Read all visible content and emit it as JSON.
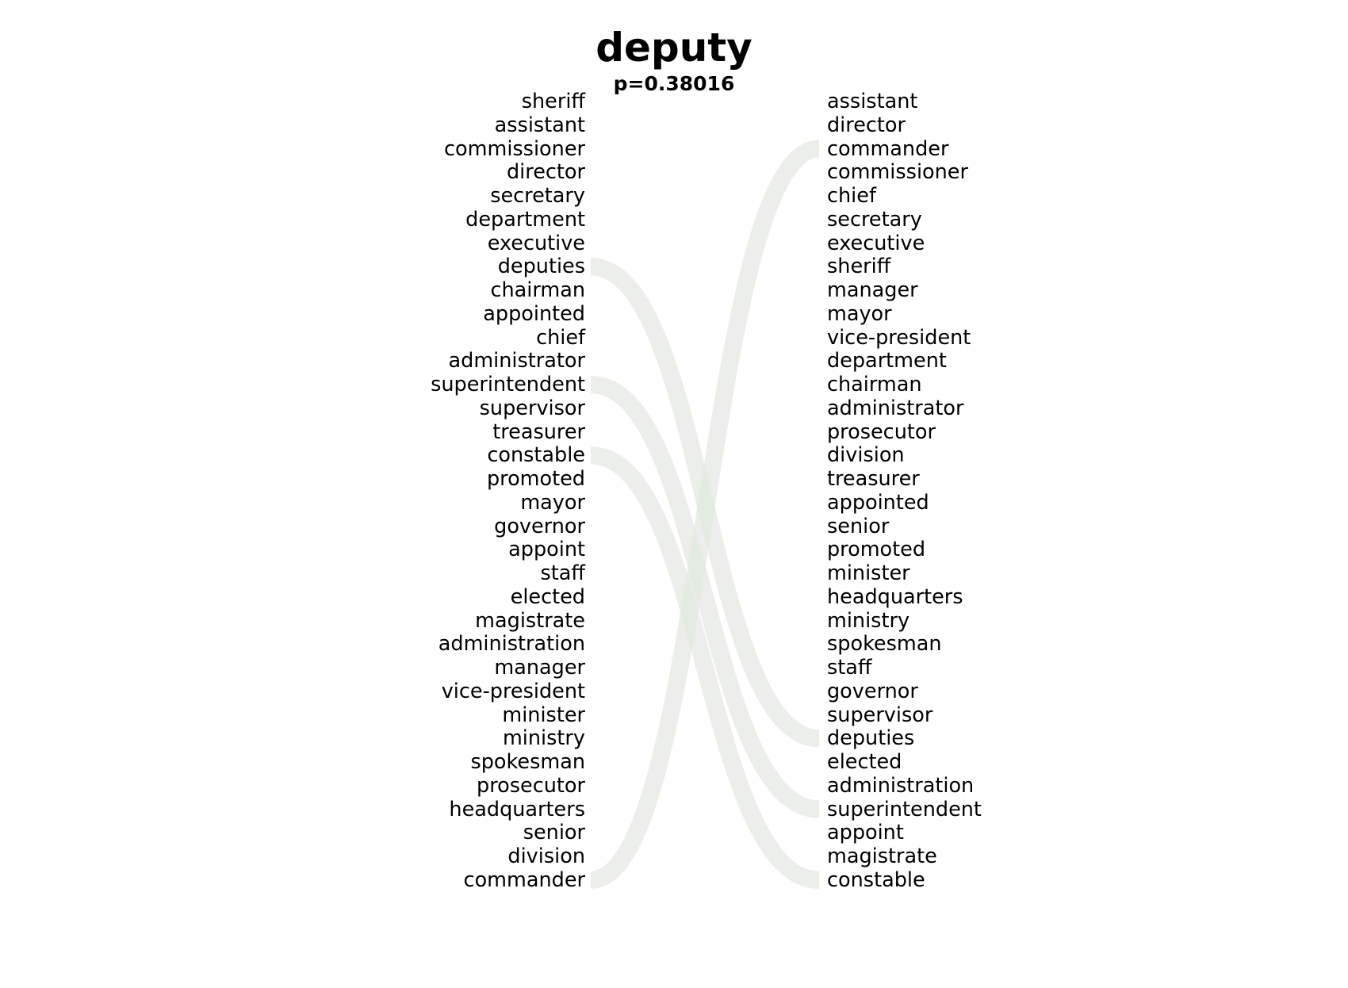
{
  "title": "deputy",
  "subtitle": "p=0.38016",
  "colors": {
    "left_ribbon": "#f7dcdc",
    "right_ribbon": "#d9eee2",
    "text": "#000000"
  },
  "left_words": [
    "sheriff",
    "assistant",
    "commissioner",
    "director",
    "secretary",
    "department",
    "executive",
    "deputies",
    "chairman",
    "appointed",
    "chief",
    "administrator",
    "superintendent",
    "supervisor",
    "treasurer",
    "constable",
    "promoted",
    "mayor",
    "governor",
    "appoint",
    "staff",
    "elected",
    "magistrate",
    "administration",
    "manager",
    "vice-president",
    "minister",
    "ministry",
    "spokesman",
    "prosecutor",
    "headquarters",
    "senior",
    "division",
    "commander"
  ],
  "right_words": [
    "assistant",
    "director",
    "commander",
    "commissioner",
    "chief",
    "secretary",
    "executive",
    "sheriff",
    "manager",
    "mayor",
    "vice-president",
    "department",
    "chairman",
    "administrator",
    "prosecutor",
    "division",
    "treasurer",
    "appointed",
    "senior",
    "promoted",
    "minister",
    "headquarters",
    "ministry",
    "spokesman",
    "staff",
    "governor",
    "supervisor",
    "deputies",
    "elected",
    "administration",
    "superintendent",
    "appoint",
    "magistrate",
    "constable"
  ],
  "left_highlight": [
    "deputies",
    "superintendent",
    "constable",
    "commander"
  ],
  "right_highlight": [
    "commander",
    "deputies",
    "superintendent",
    "constable"
  ]
}
